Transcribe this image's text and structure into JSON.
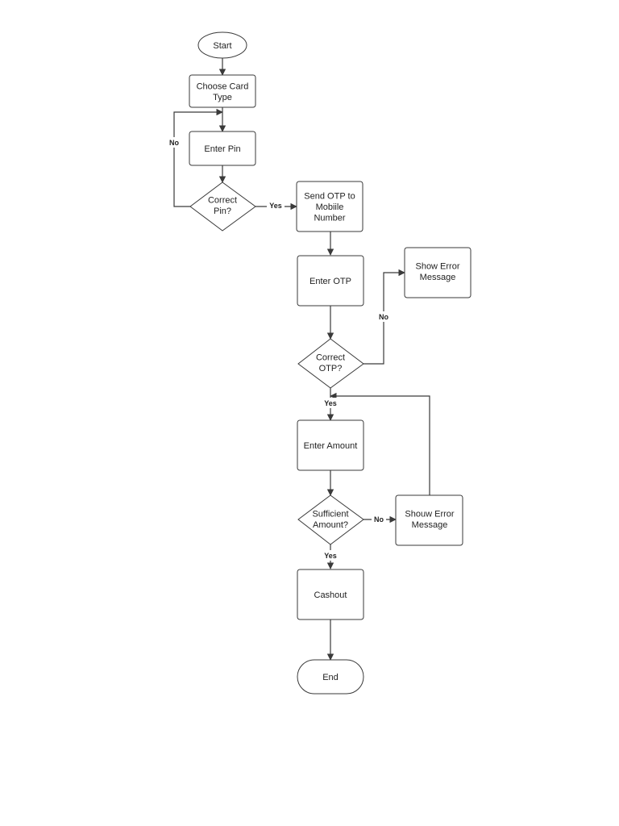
{
  "nodes": {
    "start": [
      "Start"
    ],
    "choose_card": [
      "Choose Card",
      "Type"
    ],
    "enter_pin": [
      "Enter Pin"
    ],
    "correct_pin": [
      "Correct",
      "Pin?"
    ],
    "send_otp": [
      "Send OTP to",
      "Mobiile",
      "Number"
    ],
    "enter_otp": [
      "Enter OTP"
    ],
    "show_error_1": [
      "Show Error",
      "Message"
    ],
    "correct_otp": [
      "Correct",
      "OTP?"
    ],
    "enter_amount": [
      "Enter Amount"
    ],
    "sufficient_amount": [
      "Sufficient",
      "Amount?"
    ],
    "show_error_2": [
      "Shouw Error",
      "Message"
    ],
    "cashout": [
      "Cashout"
    ],
    "end": [
      "End"
    ]
  },
  "edge_labels": {
    "pin_no": "No",
    "pin_yes": "Yes",
    "otp_no": "No",
    "otp_yes": "Yes",
    "amount_no": "No",
    "amount_yes": "Yes"
  },
  "colors": {
    "stroke": "#3a3a3a",
    "fill": "#ffffff",
    "text": "#222222"
  }
}
